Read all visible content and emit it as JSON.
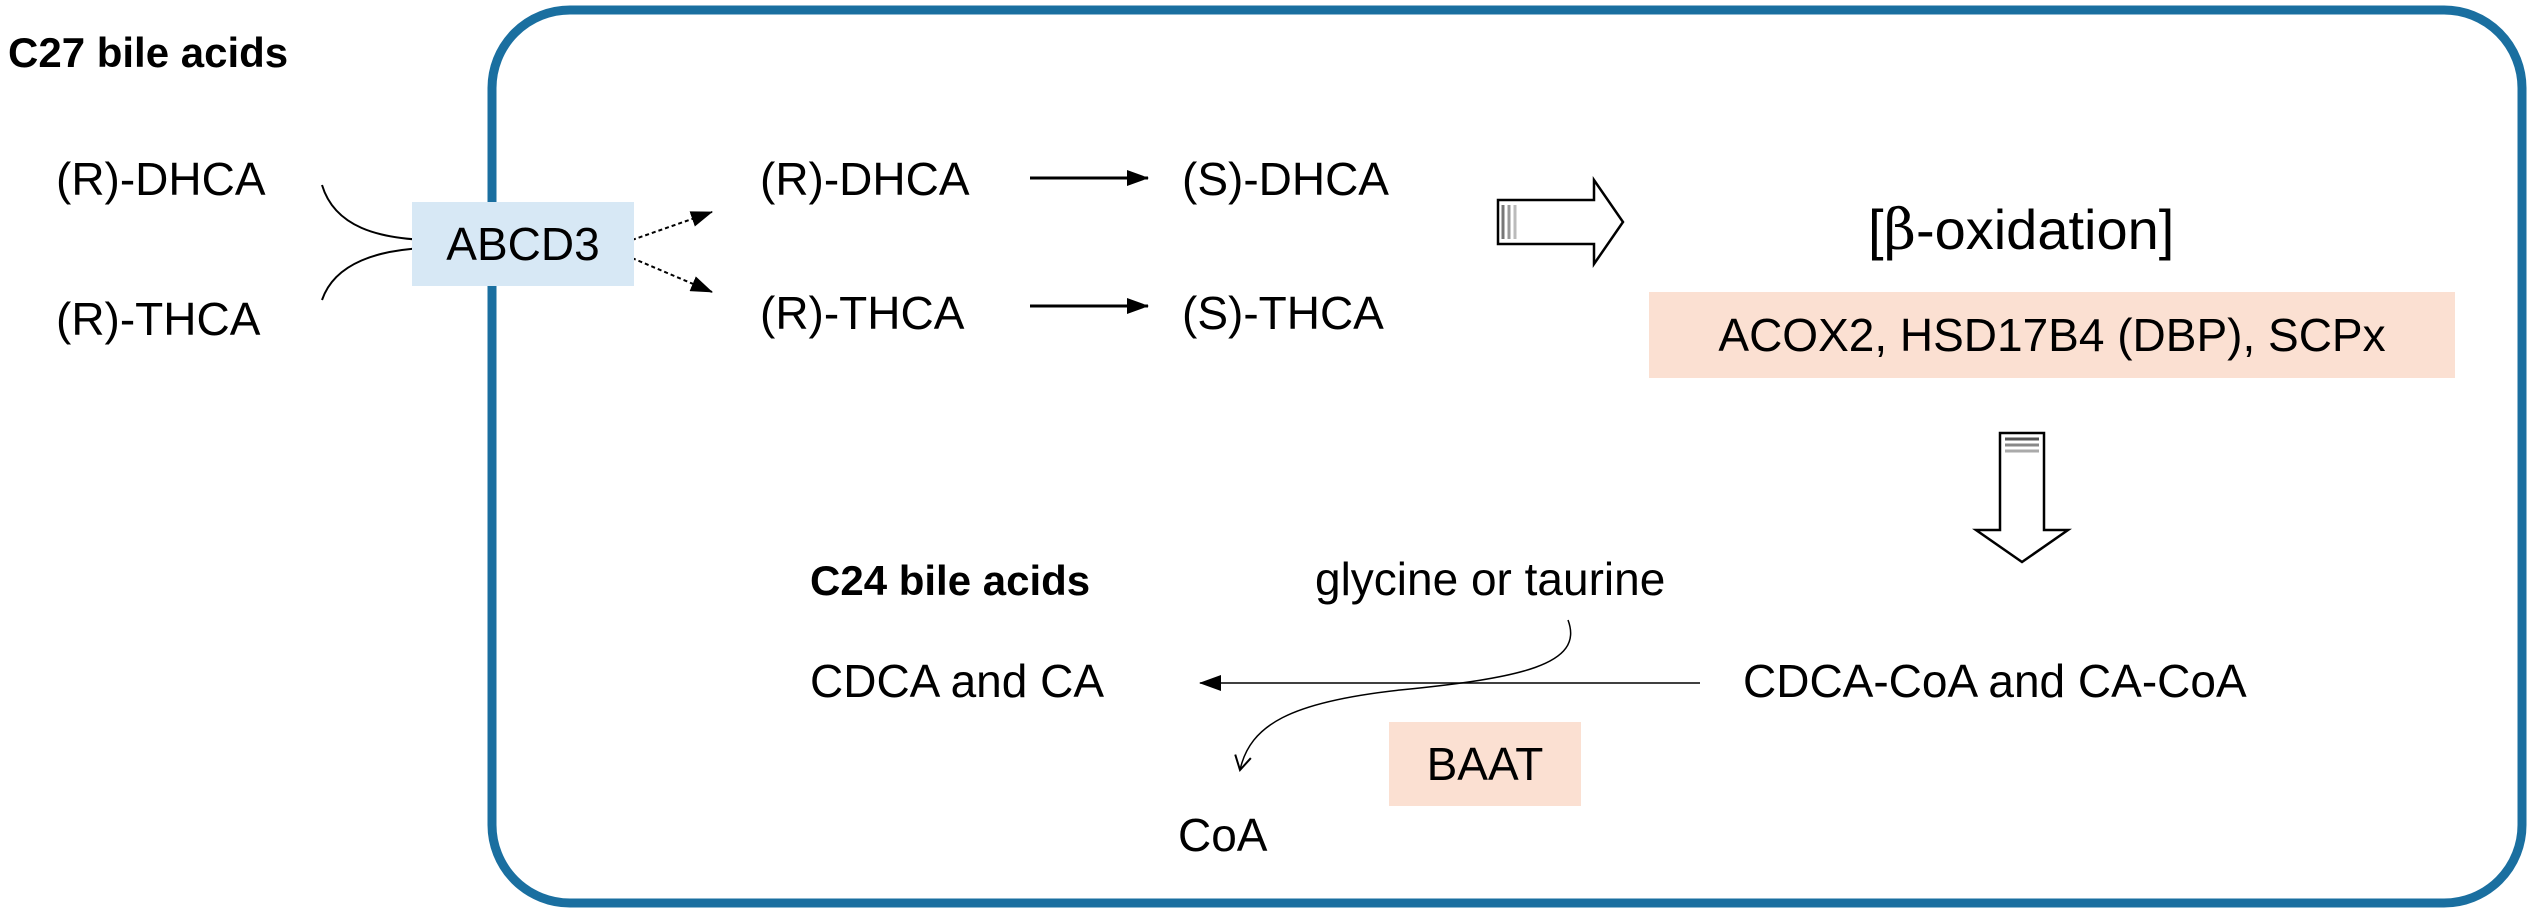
{
  "colors": {
    "frame": "#1a6fa0",
    "transporter_fill": "#d7e8f5",
    "enzyme_fill": "#fbe0d2"
  },
  "outside": {
    "heading": "C27 bile acids",
    "rdhca": "(R)-DHCA",
    "rthca": "(R)-THCA"
  },
  "transporter": {
    "label": "ABCD3"
  },
  "inside": {
    "rdhca": "(R)-DHCA",
    "rthca": "(R)-THCA",
    "sdhca": "(S)-DHCA",
    "sthca": "(S)-THCA",
    "beta_oxidation": {
      "open_bracket": "[",
      "beta": "β",
      "rest": "-oxidation]"
    },
    "beta_enzymes": "ACOX2, HSD17B4 (DBP), SCPx",
    "coa_esters": "CDCA-CoA and CA-CoA",
    "c24_heading": "C24 bile acids",
    "c24_products": "CDCA and CA",
    "conjugate": "glycine or taurine",
    "conjugation_enzyme": "BAAT",
    "released": "CoA"
  }
}
